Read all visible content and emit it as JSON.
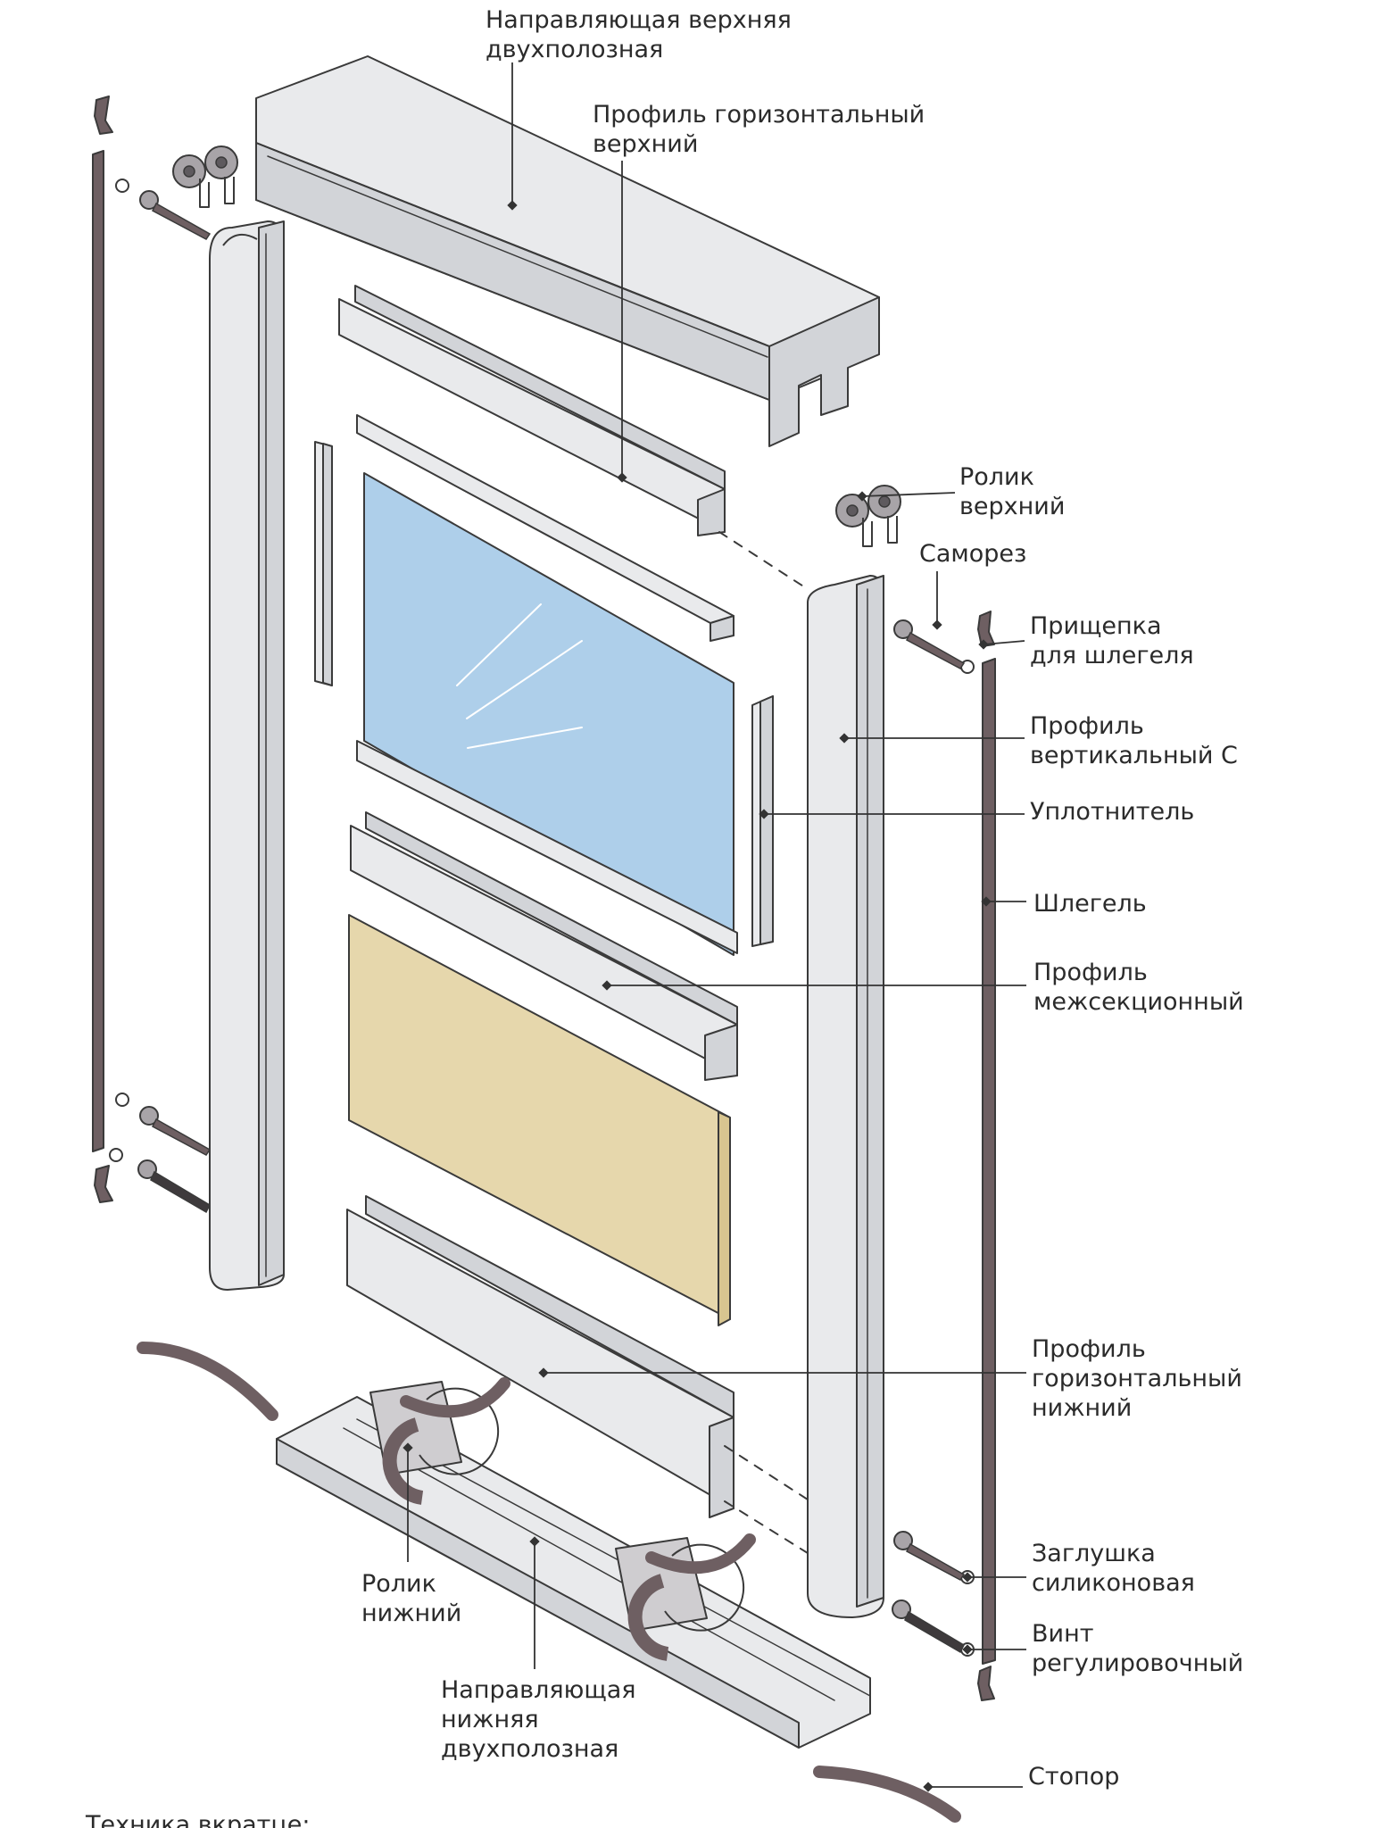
{
  "colors": {
    "outline": "#3a3a3a",
    "profile_fill": "#e9eaec",
    "profile_shade": "#d2d4d8",
    "glass": "#aecfea",
    "panel": "#e6d7ac",
    "rubber": "#6e5f62",
    "roller": "#a8a4a8",
    "leader": "#333333"
  },
  "labels": [
    {
      "id": "top-guide",
      "lines": [
        "Направляющая верхняя",
        "двухполозная"
      ]
    },
    {
      "id": "top-horizontal-profile",
      "lines": [
        "Профиль горизонтальный",
        "верхний"
      ]
    },
    {
      "id": "top-roller",
      "lines": [
        "Ролик",
        "верхний"
      ]
    },
    {
      "id": "self-tapping-screw",
      "lines": [
        "Саморез"
      ]
    },
    {
      "id": "brush-clip",
      "lines": [
        "Прищепка",
        "для шлегеля"
      ]
    },
    {
      "id": "vertical-profile-c",
      "lines": [
        "Профиль",
        "вертикальный С"
      ]
    },
    {
      "id": "seal",
      "lines": [
        "Уплотнитель"
      ]
    },
    {
      "id": "brush-seal",
      "lines": [
        "Шлегель"
      ]
    },
    {
      "id": "intersection-profile",
      "lines": [
        "Профиль",
        "межсекционный"
      ]
    },
    {
      "id": "bottom-horizontal-profile",
      "lines": [
        "Профиль",
        "горизонтальный",
        "нижний"
      ]
    },
    {
      "id": "silicone-plug",
      "lines": [
        "Заглушка",
        "силиконовая"
      ]
    },
    {
      "id": "adjusting-screw",
      "lines": [
        "Винт",
        "регулировочный"
      ]
    },
    {
      "id": "bottom-roller",
      "lines": [
        "Ролик",
        "нижний"
      ]
    },
    {
      "id": "bottom-guide",
      "lines": [
        "Направляющая",
        "нижняя",
        "двухполозная"
      ]
    },
    {
      "id": "stopper",
      "lines": [
        "Стопор"
      ]
    }
  ],
  "footer_text": "Техника вкратце:"
}
